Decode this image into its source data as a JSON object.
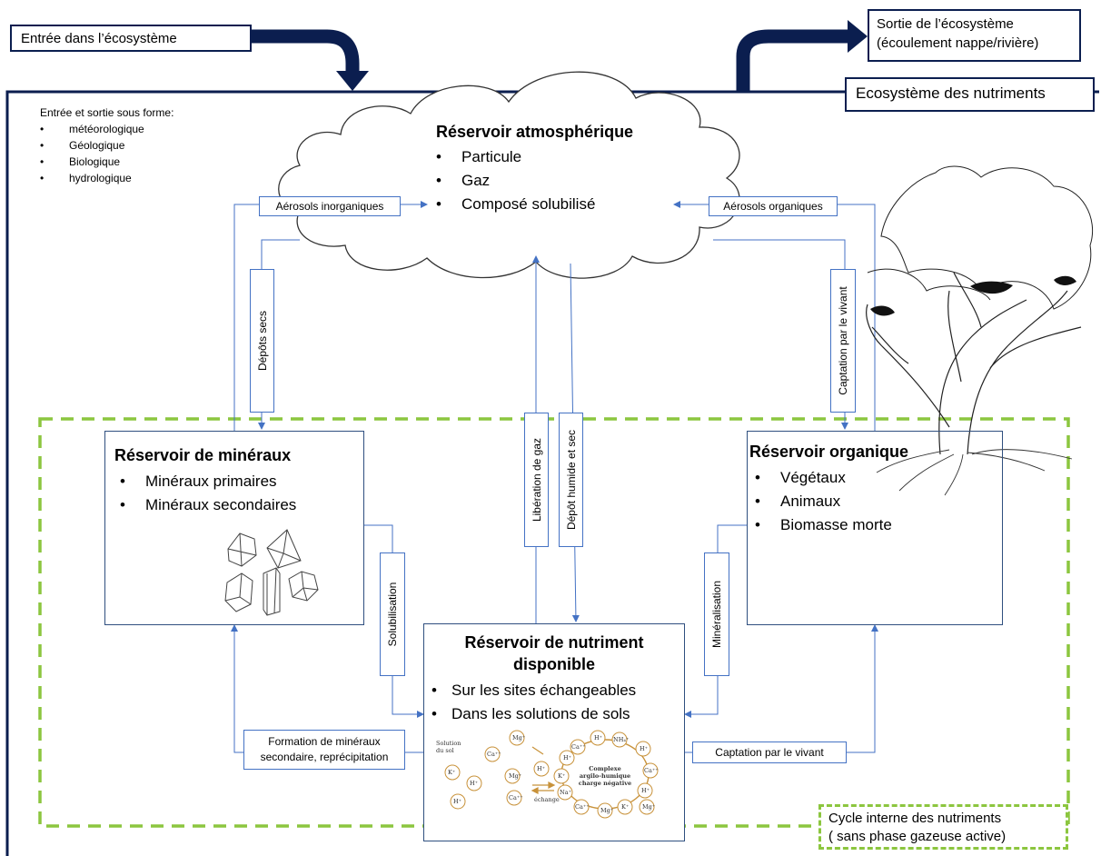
{
  "entry_label": "Entrée dans l’écosystème",
  "exit_label_line1": "Sortie de l’écosystème",
  "exit_label_line2": "(écoulement nappe/rivière)",
  "ecosystem_title": "Ecosystème des nutriments",
  "io_forms": {
    "heading": "Entrée et sortie sous forme:",
    "items": [
      "météorologique",
      "Géologique",
      "Biologique",
      "hydrologique"
    ]
  },
  "atmosphere": {
    "title": "Réservoir atmosphérique",
    "items": [
      "Particule",
      "Gaz",
      "Composé solubilisé"
    ]
  },
  "minerals": {
    "title": "Réservoir de minéraux",
    "items": [
      "Minéraux primaires",
      "Minéraux secondaires"
    ]
  },
  "organic": {
    "title": "Réservoir organique",
    "items": [
      "Végétaux",
      "Animaux",
      "Biomasse morte"
    ]
  },
  "nutrient": {
    "title_line1": "Réservoir de nutriment",
    "title_line2": "disponible",
    "items": [
      "Sur les sites échangeables",
      "Dans les solutions de sols"
    ]
  },
  "flows": {
    "aerosols_inorganiques": "Aérosols inorganiques",
    "aerosols_organiques": "Aérosols organiques",
    "depots_secs": "Dépôts secs",
    "captation_vivant_vertical": "Captation par le vivant",
    "liberation_gaz": "Libération de gaz",
    "depot_humide_sec": "Dépôt humide et sec",
    "solubilisation": "Solubilisation",
    "mineralisation": "Minéralisation",
    "formation_line1": "Formation de minéraux",
    "formation_line2": "secondaire, reprécipitation",
    "captation_vivant_horizontal": "Captation par le vivant"
  },
  "cycle_label_line1": "Cycle interne des nutriments",
  "cycle_label_line2": "( sans phase gazeuse active)",
  "soil_figure": {
    "solution_line1": "Solution",
    "solution_line2": "du sol",
    "complexe_line1": "Complexe",
    "complexe_line2": "argilo-humique",
    "complexe_line3": "charge négative",
    "echange": "échange",
    "ions_free": [
      "K⁺",
      "H⁺",
      "Mg⁺",
      "Ca⁺⁺",
      "H⁺",
      "Ca⁺⁺",
      "H⁺",
      "Mg⁺"
    ],
    "ions_ring": [
      "Ca⁺⁺",
      "H⁺",
      "NH₄⁺",
      "H⁺",
      "Ca⁺⁺",
      "H⁺",
      "K⁺",
      "Mg⁺",
      "Ca⁺⁺",
      "Na⁺",
      "K⁺",
      "H⁺",
      "Mg⁺"
    ]
  },
  "colors": {
    "navy": "#0b1e4f",
    "flow_blue": "#4472c4",
    "cycle_green": "#8cc63f",
    "soil_orange": "#c8923a"
  }
}
